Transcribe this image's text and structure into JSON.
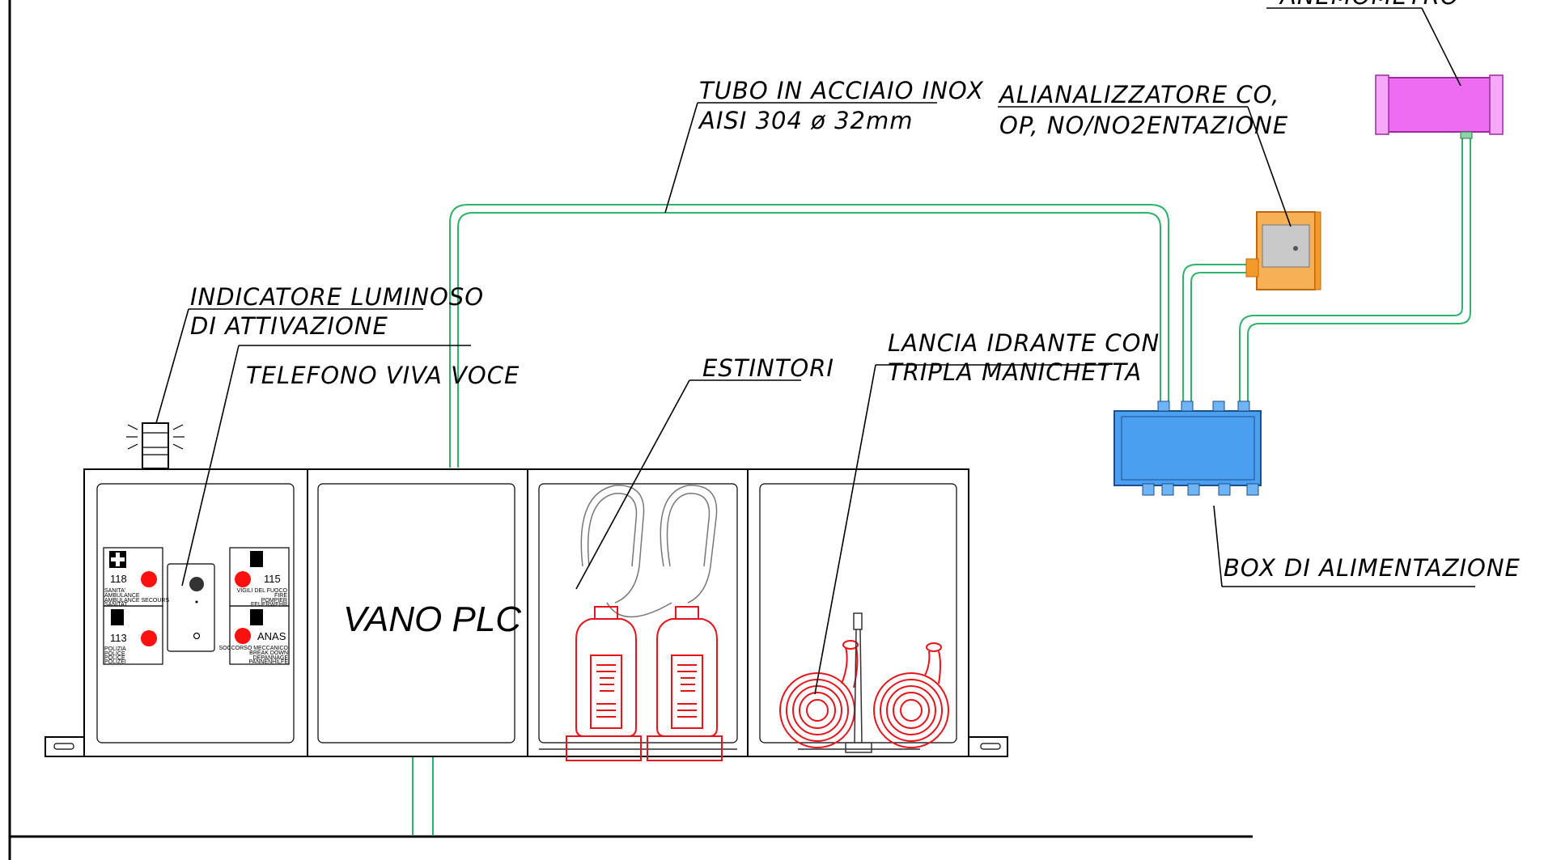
{
  "labels": {
    "anemometro": "ANEMOMETRO",
    "tubo_line1": "TUBO IN ACCIAIO INOX",
    "tubo_line2": "AISI 304 ø 32mm",
    "analizzatore_line1": "ALIANALIZZATORE CO,",
    "analizzatore_line2": "OP, NO/NO2ENTAZIONE",
    "indicatore_line1": "INDICATORE LUMINOSO",
    "indicatore_line2": "DI ATTIVAZIONE",
    "telefono": "TELEFONO VIVA VOCE",
    "estintori": "ESTINTORI",
    "lancia_line1": "LANCIA IDRANTE CON",
    "lancia_line2": "TRIPLA MANICHETTA",
    "box": "BOX DI ALIMENTAZIONE",
    "vano_plc": "VANO PLC"
  },
  "emergency_buttons": [
    {
      "number": "118",
      "lines": [
        "SANITA'",
        "AMBULANCE",
        "AMBULANCE SECOURS",
        "SANITAT"
      ]
    },
    {
      "number": "113",
      "lines": [
        "POLIZIA",
        "POLICE",
        "POLICE",
        "POLIZEI"
      ]
    },
    {
      "number": "115",
      "lines": [
        "VIGILI DEL FUOCO",
        "FIRE",
        "POMPIER",
        "FEUERWEHR"
      ]
    },
    {
      "number": "ANAS",
      "lines": [
        "SOCCORSO MECCANICO",
        "BREAK DOWN",
        "DEPANNAGE",
        "PANNENHILFE"
      ]
    }
  ],
  "colors": {
    "pipe": "#2db36a",
    "extinguisher": "#e8141b",
    "box": "#4a9ff0",
    "anemometer": "#ee6cf2",
    "analyzer": "#f39a2a"
  }
}
